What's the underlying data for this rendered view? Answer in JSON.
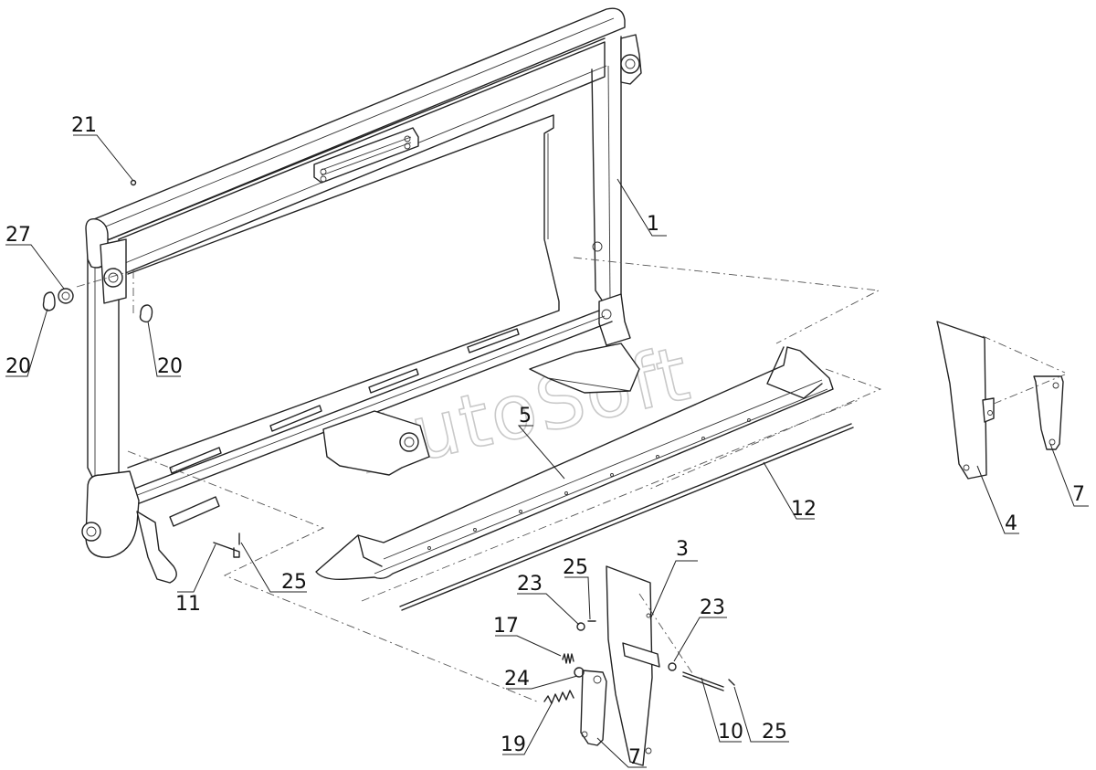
{
  "watermark": "AutoSoft",
  "callouts": [
    {
      "id": "c1",
      "label": "1"
    },
    {
      "id": "c3",
      "label": "3"
    },
    {
      "id": "c4",
      "label": "4"
    },
    {
      "id": "c5",
      "label": "5"
    },
    {
      "id": "c7a",
      "label": "7"
    },
    {
      "id": "c7b",
      "label": "7"
    },
    {
      "id": "c10",
      "label": "10"
    },
    {
      "id": "c11",
      "label": "11"
    },
    {
      "id": "c12",
      "label": "12"
    },
    {
      "id": "c17",
      "label": "17"
    },
    {
      "id": "c19",
      "label": "19"
    },
    {
      "id": "c20a",
      "label": "20"
    },
    {
      "id": "c20b",
      "label": "20"
    },
    {
      "id": "c21",
      "label": "21"
    },
    {
      "id": "c23a",
      "label": "23"
    },
    {
      "id": "c23b",
      "label": "23"
    },
    {
      "id": "c24",
      "label": "24"
    },
    {
      "id": "c25a",
      "label": "25"
    },
    {
      "id": "c25b",
      "label": "25"
    },
    {
      "id": "c25c",
      "label": "25"
    },
    {
      "id": "c27",
      "label": "27"
    }
  ]
}
